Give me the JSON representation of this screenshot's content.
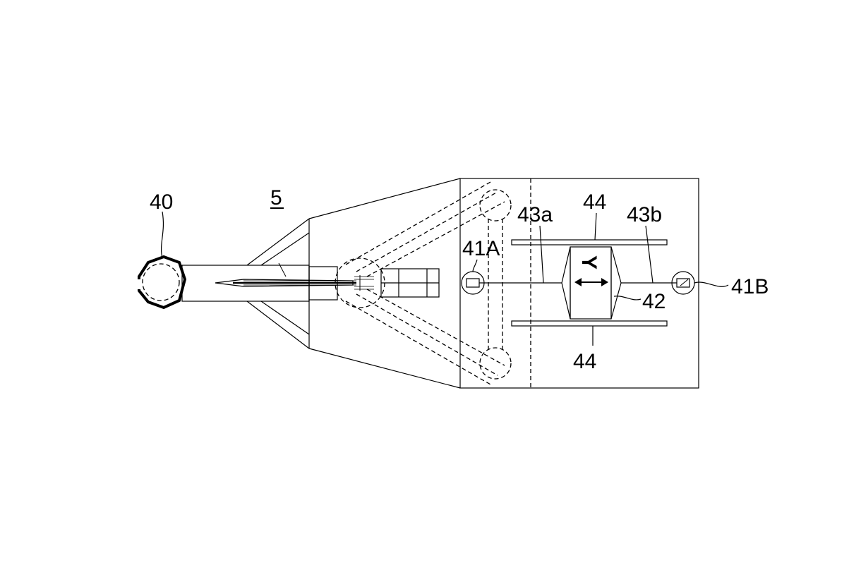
{
  "labels": {
    "ring": "40",
    "probe": "5",
    "sensor_left": "41A",
    "sensor_right": "41B",
    "actuator": "42",
    "wire_left": "43a",
    "wire_right": "43b",
    "rail_top": "44",
    "rail_bottom": "44",
    "axis": "Y"
  }
}
